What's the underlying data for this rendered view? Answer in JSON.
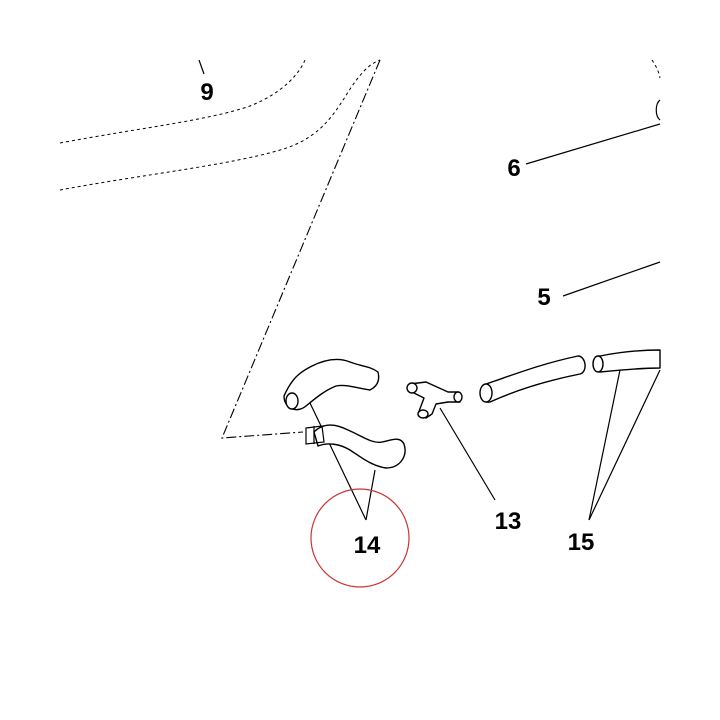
{
  "diagram": {
    "callouts": {
      "c9": "9",
      "c6": "6",
      "c5": "5",
      "c13": "13",
      "c14": "14",
      "c15": "15"
    },
    "highlight_color": "#cc3333"
  }
}
